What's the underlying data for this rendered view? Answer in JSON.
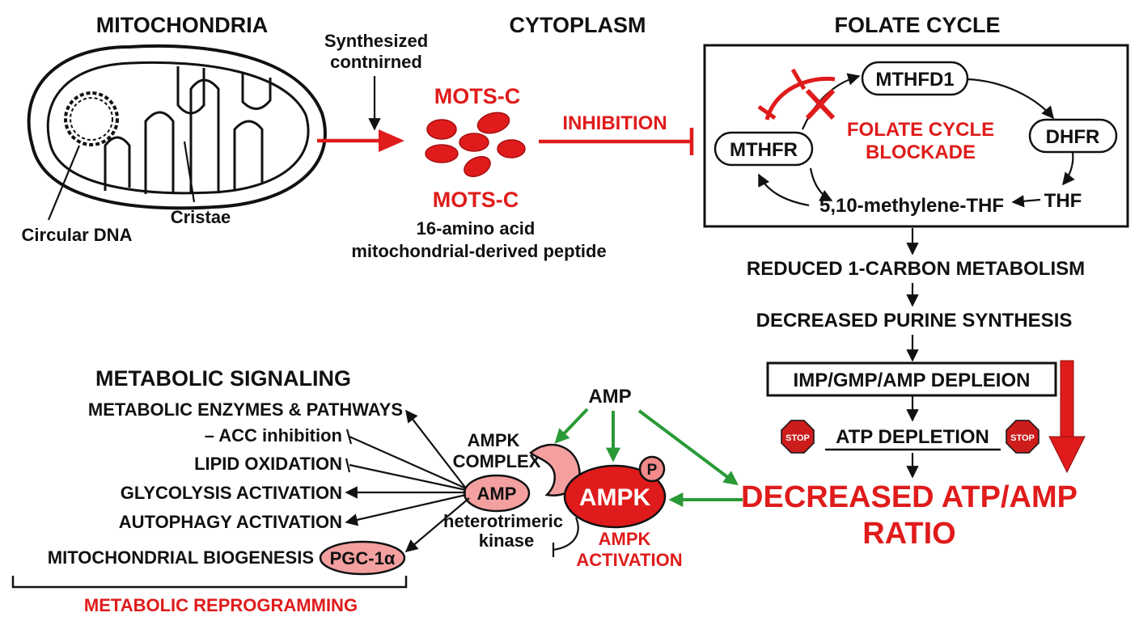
{
  "colors": {
    "accent_red": "#e01b1b",
    "green": "#2a9a36",
    "pink": "#f4a0a0",
    "text": "#111111"
  },
  "mitochondria": {
    "title": "MITOCHONDRIA",
    "circular_dna_label": "Circular DNA",
    "cristae_label": "Cristae",
    "synthesized_label_line1": "Synthesized",
    "synthesized_label_line2": "contnirned"
  },
  "cytoplasm": {
    "title": "CYTOPLASM",
    "mots_top": "MOTS-C",
    "mots_bottom": "MOTS-C",
    "peptide_line1": "16-amino acid",
    "peptide_line2": "mitochondrial-derived peptide",
    "inhibition_label": "INHIBITION"
  },
  "folate_cycle": {
    "title": "FOLATE CYCLE",
    "mthfd1": "MTHFD1",
    "mthfr": "MTHFR",
    "dhfr": "DHFR",
    "thf": "THF",
    "methylene_thf": "5,10-methylene-THF",
    "blockade_line1": "FOLATE CYCLE",
    "blockade_line2": "BLOCKADE"
  },
  "cascade": {
    "step1": "REDUCED 1-CARBON METABOLISM",
    "step2": "DECREASED PURINE SYNTHESIS",
    "step3": "IMP/GMP/AMP DEPLEION",
    "step4": "ATP DEPLETION",
    "stop_sign": "STOP",
    "ratio_line1": "DECREASED ATP/AMP",
    "ratio_line2": "RATIO"
  },
  "ampk": {
    "amp_top": "AMP",
    "complex_line1": "AMPK",
    "complex_line2": "COMPLEX",
    "amp_subunit": "AMP",
    "ampk_main": "AMPK",
    "phospho": "P",
    "kinase_line1": "heterotrimeric",
    "kinase_line2": "kinase",
    "activation_line1": "AMPK",
    "activation_line2": "ACTIVATION"
  },
  "metabolic_signaling": {
    "title": "METABOLIC SIGNALING",
    "items": [
      "METABOLIC ENZYMES & PATHWAYS",
      "– ACC inhibition",
      "LIPID OXIDATION",
      "GLYCOLYSIS ACTIVATION",
      "AUTOPHAGY ACTIVATION",
      "MITOCHONDRIAL BIOGENESIS"
    ],
    "pgc": "PGC-1α",
    "reprogramming": "METABOLIC REPROGRAMMING"
  }
}
